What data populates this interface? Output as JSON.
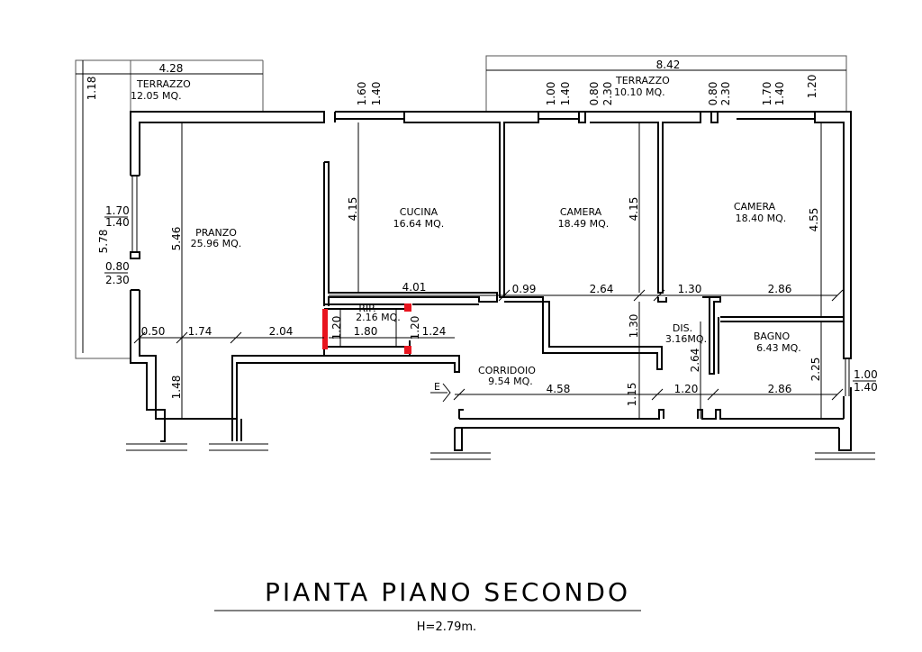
{
  "title": "PIANTA  PIANO  SECONDO",
  "subtitle": "H=2.79m.",
  "entry_marker": "E",
  "rooms": [
    {
      "key": "terrazzo_left",
      "name": "TERRAZZO",
      "area": "12.05 MQ."
    },
    {
      "key": "terrazzo_right",
      "name": "TERRAZZO",
      "area": "10.10 MQ."
    },
    {
      "key": "pranzo",
      "name": "PRANZO",
      "area": "25.96 MQ."
    },
    {
      "key": "cucina",
      "name": "CUCINA",
      "area": "16.64 MQ."
    },
    {
      "key": "camera1",
      "name": "CAMERA",
      "area": "18.49 MQ."
    },
    {
      "key": "camera2",
      "name": "CAMERA",
      "area": "18.40 MQ."
    },
    {
      "key": "rip",
      "name": "RIP.",
      "area": "2.16 MQ."
    },
    {
      "key": "dis",
      "name": "DIS.",
      "area": "3.16MQ."
    },
    {
      "key": "bagno",
      "name": "BAGNO",
      "area": "6.43 MQ."
    },
    {
      "key": "corridoio",
      "name": "CORRIDOIO",
      "area": "9.54 MQ."
    }
  ],
  "dimensions": {
    "terr_left_width": "4.28",
    "terr_left_depth": "1.18",
    "terr_right_width": "8.42",
    "terr_right_depth": "1.20",
    "left_total_height": "5.78",
    "pranzo_height": "5.46",
    "cucina_height": "4.15",
    "camera1_height": "4.15",
    "camera2_height": "4.55",
    "cucina_width": "4.01",
    "camera1_left": "0.99",
    "camera1_width": "2.64",
    "camera2_left": "1.30",
    "camera2_width": "2.86",
    "pranzo_a": "0.50",
    "pranzo_b": "1.74",
    "pranzo_c": "2.04",
    "rip_h1": "1.20",
    "rip_w": "1.80",
    "rip_h2": "1.20",
    "rip_right": "1.24",
    "dis_height": "1.30",
    "dis_vert": "2.64",
    "bagno_height": "2.25",
    "stair_height": "1.48",
    "corr_width": "4.58",
    "corr_height": "1.15",
    "corr_mid": "1.20",
    "corr_right": "2.86"
  },
  "window_labels": [
    {
      "key": "w_cucina_a",
      "text": "1.60"
    },
    {
      "key": "w_cucina_b",
      "text": "1.40"
    },
    {
      "key": "w_cam1_a",
      "text": "1.00"
    },
    {
      "key": "w_cam1_b",
      "text": "1.40"
    },
    {
      "key": "w_door1_a",
      "text": "0.80"
    },
    {
      "key": "w_door1_b",
      "text": "2.30"
    },
    {
      "key": "w_door2_a",
      "text": "0.80"
    },
    {
      "key": "w_door2_b",
      "text": "2.30"
    },
    {
      "key": "w_cam2_a",
      "text": "1.70"
    },
    {
      "key": "w_cam2_b",
      "text": "1.40"
    },
    {
      "key": "w_left_a",
      "text": "1.70"
    },
    {
      "key": "w_left_b",
      "text": "1.40"
    },
    {
      "key": "w_left_c",
      "text": "0.80"
    },
    {
      "key": "w_left_d",
      "text": "2.30"
    },
    {
      "key": "w_bagno_a",
      "text": "1.00"
    },
    {
      "key": "w_bagno_b",
      "text": "1.40"
    }
  ]
}
